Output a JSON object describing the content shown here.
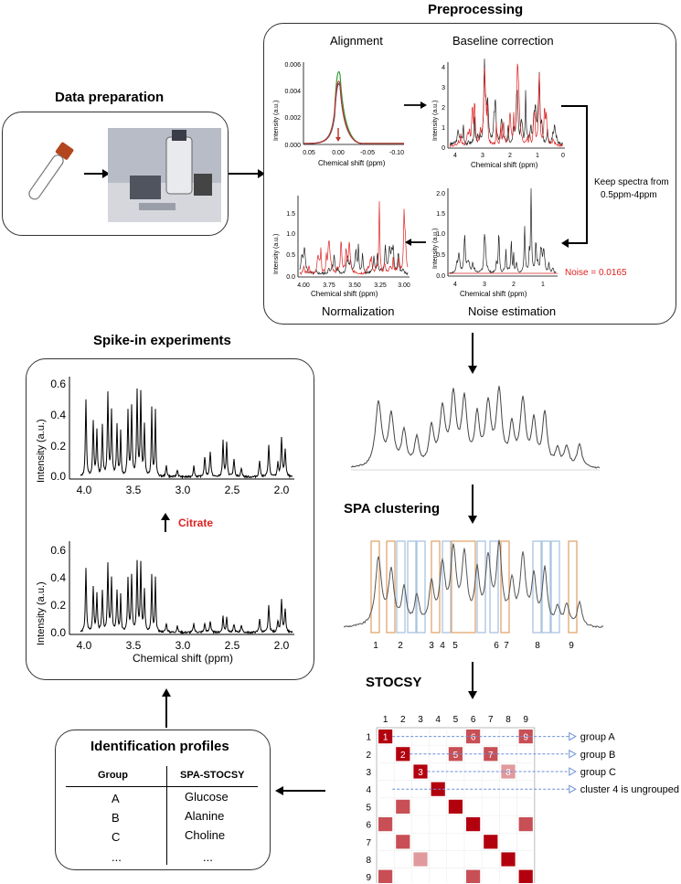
{
  "sections": {
    "preprocessing": "Preprocessing",
    "data_preparation": "Data preparation",
    "spike_in": "Spike-in experiments",
    "spa_clustering": "SPA clustering",
    "stocsy": "STOCSY",
    "identification": "Identification profiles"
  },
  "preprocessing": {
    "alignment": {
      "title": "Alignment",
      "ylabel": "Intensity (a.u.)",
      "xlabel": "Chemical shift (ppm)",
      "yticks": [
        "0.006",
        "0.004",
        "0.002",
        "0.000"
      ],
      "xticks": [
        "0.05",
        "0.00",
        "-0.05",
        "-0.10"
      ]
    },
    "baseline": {
      "title": "Baseline correction",
      "ylabel": "Intensity (a.u.)",
      "xlabel": "Chemical shift (ppm)",
      "yticks": [
        "4",
        "3",
        "2",
        "1",
        "0"
      ],
      "xticks": [
        "4",
        "3",
        "2",
        "1",
        "0"
      ]
    },
    "normalization": {
      "title": "Normalization",
      "ylabel": "Intensity (a.u.)",
      "xlabel": "Chemical shift (ppm)",
      "yticks": [
        "1.5",
        "1.0",
        "0.5",
        "0.0"
      ],
      "xticks": [
        "4.00",
        "3.75",
        "3.50",
        "3.25",
        "3.00"
      ]
    },
    "noise": {
      "title": "Noise estimation",
      "ylabel": "Intensity (a.u.)",
      "xlabel": "Chemical shift (ppm)",
      "yticks": [
        "2.0",
        "1.5",
        "1.0",
        "0.5",
        "0.0"
      ],
      "xticks": [
        "4",
        "3",
        "2",
        "1"
      ],
      "noise_label": "Noise = 0.0165"
    },
    "keep_line1": "Keep spectra from",
    "keep_line2": "0.5ppm-4ppm"
  },
  "spike": {
    "ylabel": "Intensity (a.u.)",
    "xlabel": "Chemical shift (ppm)",
    "yticks": [
      "0.6",
      "0.4",
      "0.2",
      "0.0"
    ],
    "xticks": [
      "4.0",
      "3.5",
      "3.0",
      "2.5",
      "2.0"
    ],
    "citrate": "Citrate"
  },
  "spa_clusters": [
    "1",
    "2",
    "3",
    "4",
    "5",
    "6",
    "7",
    "8",
    "9"
  ],
  "stocsy_matrix": {
    "labels": [
      "1",
      "2",
      "3",
      "4",
      "5",
      "6",
      "7",
      "8",
      "9"
    ],
    "cell_labels": [
      {
        "row": 1,
        "col": 1,
        "text": "1"
      },
      {
        "row": 1,
        "col": 6,
        "text": "6"
      },
      {
        "row": 1,
        "col": 9,
        "text": "9"
      },
      {
        "row": 2,
        "col": 2,
        "text": "2"
      },
      {
        "row": 2,
        "col": 5,
        "text": "5"
      },
      {
        "row": 2,
        "col": 7,
        "text": "7"
      },
      {
        "row": 3,
        "col": 3,
        "text": "3"
      },
      {
        "row": 3,
        "col": 8,
        "text": "8"
      }
    ],
    "groups": [
      "group A",
      "group B",
      "group C",
      "cluster 4 is ungrouped"
    ]
  },
  "identification": {
    "col1": "Group",
    "col2": "SPA-STOCSY",
    "groups": [
      "A",
      "B",
      "C",
      "..."
    ],
    "compounds": [
      "Glucose",
      "Alanine",
      "Choline",
      "..."
    ]
  },
  "colors": {
    "accent_red": "#cc2222",
    "cell_dark": "#b3000f",
    "cell_mid": "#c84f55",
    "cell_light": "#e09a9d",
    "blue_box": "#a9c4e0",
    "orange_box": "#e2a66e"
  }
}
